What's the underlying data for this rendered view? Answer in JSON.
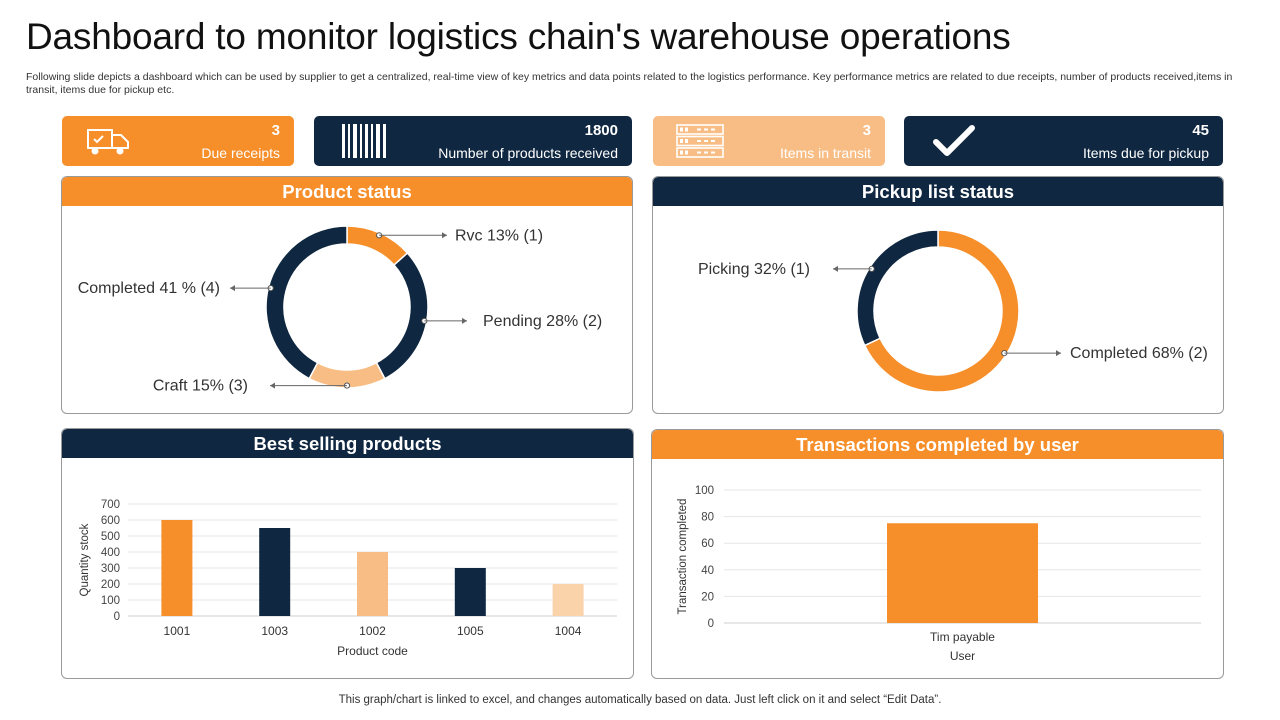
{
  "page": {
    "title": "Dashboard to monitor logistics chain's warehouse operations",
    "subtitle": "Following slide depicts a dashboard which can be used by supplier to get a centralized, real-time view of key metrics and data points related to the logistics performance. Key performance metrics are related to due receipts, number of products received,items in transit, items due for pickup etc.",
    "footnote": "This graph/chart is linked to excel,  and changes automatically based on data. Just left click on it and select “Edit Data”."
  },
  "kpis": [
    {
      "value": "3",
      "label": "Due receipts",
      "icon": "delivery-truck-icon"
    },
    {
      "value": "1800",
      "label": "Number of products received",
      "icon": "barcode-icon"
    },
    {
      "value": "3",
      "label": "Items in transit",
      "icon": "server-rack-icon"
    },
    {
      "value": "45",
      "label": "Items due for pickup",
      "icon": "checkmark-icon"
    }
  ],
  "colors": {
    "orange": "#f68e2a",
    "navy": "#0f2740",
    "light_orange": "#f8bd84",
    "pale_orange": "#fbd3aa"
  },
  "chart_data": [
    {
      "type": "pie",
      "title": "Product status",
      "slices": [
        {
          "label": "Rvc 13% (1)",
          "value": 13,
          "color": "#f68e2a"
        },
        {
          "label": "Pending 28% (2)",
          "value": 28,
          "color": "#0f2740"
        },
        {
          "label": "Craft 15% (3)",
          "value": 15,
          "color": "#f8bd84"
        },
        {
          "label": "Completed 41 % (4)",
          "value": 41,
          "color": "#0f2740"
        }
      ]
    },
    {
      "type": "pie",
      "title": "Pickup list status",
      "slices": [
        {
          "label": "Completed 68% (2)",
          "value": 68,
          "color": "#f68e2a"
        },
        {
          "label": "Picking 32% (1)",
          "value": 32,
          "color": "#0f2740"
        }
      ]
    },
    {
      "type": "bar",
      "title": "Best selling products",
      "xlabel": "Product code",
      "ylabel": "Quantity stock",
      "ylim": [
        0,
        700
      ],
      "yticks": [
        0,
        100,
        200,
        300,
        400,
        500,
        600,
        700
      ],
      "categories": [
        "1001",
        "1003",
        "1002",
        "1005",
        "1004"
      ],
      "values": [
        600,
        550,
        400,
        300,
        200
      ],
      "bar_colors": [
        "#f68e2a",
        "#0f2740",
        "#f8bd84",
        "#0f2740",
        "#fbd3aa"
      ],
      "grid": true
    },
    {
      "type": "bar",
      "title": "Transactions completed by user",
      "xlabel": "User",
      "ylabel": "Transaction completed",
      "ylim": [
        0,
        100
      ],
      "yticks": [
        0,
        20,
        40,
        60,
        80,
        100
      ],
      "categories": [
        "Tim payable"
      ],
      "values": [
        75
      ],
      "bar_colors": [
        "#f68e2a"
      ],
      "grid": true
    }
  ]
}
